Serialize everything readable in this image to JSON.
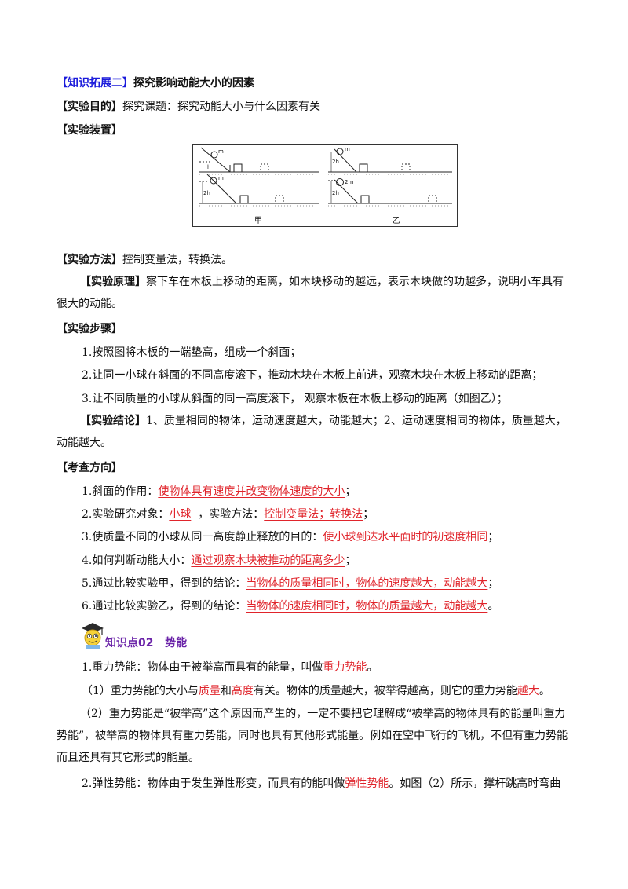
{
  "section_title": {
    "bracket": "【知识拓展二】",
    "text": "探究影响动能大小的因素"
  },
  "purpose": {
    "label": "【实验目的】",
    "text": "探究课题：探究动能大小与什么因素有关"
  },
  "apparatus": {
    "label": "【实验装置】"
  },
  "figure": {
    "label_m": "m",
    "label_h": "h",
    "label_2h": "2h",
    "label_2m": "2m",
    "caption_left": "甲",
    "caption_right": "乙"
  },
  "method": {
    "label": "【实验方法】",
    "text": "控制变量法，转换法。"
  },
  "principle": {
    "label": "【实验原理】",
    "text": "察下车在木板上移动的距离，如木块移动的越远，表示木块做的功越多，说明小车具有很大的动能。"
  },
  "steps": {
    "label": "【实验步骤】",
    "items": [
      "1.按照图将木板的一端垫高，组成一个斜面；",
      "2.让同一小球在斜面的不同高度滚下，推动木块在木板上前进，观察木块在木板上移动的距离；",
      "3.让不同质量的小球从斜面的同一高度滚下，  观察木板在木板上移动的距离（如图乙）；"
    ]
  },
  "conclusion": {
    "label": "【实验结论】",
    "text": "1、质量相同的物体，运动速度越大，动能越大；2、运动速度相同的物体，质量越大，动能越大。"
  },
  "exam": {
    "label": "【考查方向】",
    "q1": {
      "prefix": "1.斜面的作用：",
      "answer": "使物体具有速度并改变物体速度的大小",
      "suffix": "；"
    },
    "q2": {
      "prefix": "2.实验研究对象：",
      "answer1": "小球",
      "mid": "  ，实验方法：",
      "answer2": "控制变量法；转换法",
      "suffix": "；"
    },
    "q3": {
      "prefix": "3.使质量不同的小球从同一高度静止释放的目的：",
      "answer": "使小球到达水平面时的初速度相同",
      "suffix": "；"
    },
    "q4": {
      "prefix": "4.如何判断动能大小：",
      "answer": "通过观察木块被推动的距离多少",
      "suffix": "；"
    },
    "q5": {
      "prefix": "5.通过比较实验甲，得到的结论：",
      "answer": "当物体的质量相同时，物体的速度越大，动能越大",
      "suffix": "；"
    },
    "q6": {
      "prefix": "6.通过比较实验乙，得到的结论：",
      "answer": "当物体的速度相同时，物体的质量越大，动能越大",
      "suffix": "。"
    }
  },
  "knowledge_point": {
    "title": "知识点02   势能"
  },
  "gravity": {
    "p1_prefix": "1.重力势能：物体由于被举高而具有的能量，叫做",
    "p1_term": "重力势能",
    "p1_suffix": "。",
    "p2_a": "（1）重力势能的大小与",
    "p2_mass": "质量",
    "p2_b": "和",
    "p2_height": "高度",
    "p2_c": "有关。物体的质量越大，被举得越高，则它的重力势能",
    "p2_bigger": "越大",
    "p2_d": "。",
    "p3": "（2）重力势能是“被举高”这个原因而产生的，一定不要把它理解成“被举高的物体具有的能量叫重力势能”，被举高的物体具有重力势能，同时也具有其他形式能量。例如在空中飞行的飞机，不但有重力势能而且还具有其它形式的能量。"
  },
  "elastic": {
    "prefix": "2.弹性势能：物体由于发生弹性形变，而具有的能叫做",
    "term": "弹性势能",
    "suffix": "。如图（2）所示，撑杆跳高时弯曲"
  },
  "colors": {
    "blue": "#1a1adb",
    "red": "#e0242b",
    "purple": "#6a23a8"
  }
}
